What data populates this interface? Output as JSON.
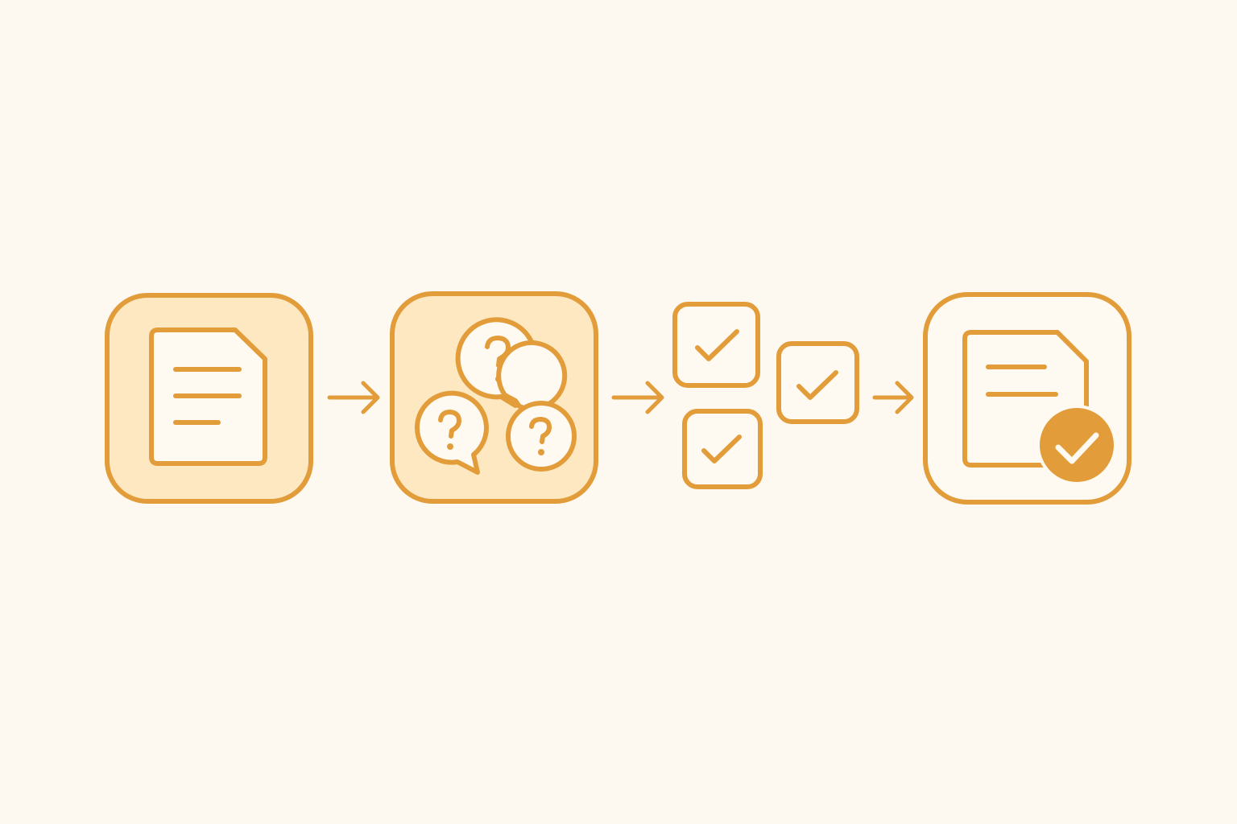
{
  "colors": {
    "background": "#fdf9f0",
    "stroke": "#e29d3a",
    "tile_fill": "#fde8c2",
    "inner_fill": "#fffaf1",
    "badge_fill": "#e29d3a",
    "badge_check": "#fffaf1"
  },
  "steps": [
    {
      "id": "document",
      "icon": "document-icon",
      "tile": "filled"
    },
    {
      "id": "questions",
      "icon": "question-bubbles-icon",
      "tile": "filled"
    },
    {
      "id": "checklist",
      "icon": "checkbox-group-icon",
      "tile": "none"
    },
    {
      "id": "approved-document",
      "icon": "approved-document-icon",
      "tile": "outline"
    }
  ],
  "connectors": [
    {
      "from": "document",
      "to": "questions",
      "icon": "arrow-right-icon"
    },
    {
      "from": "questions",
      "to": "checklist",
      "icon": "arrow-right-icon"
    },
    {
      "from": "checklist",
      "to": "approved-document",
      "icon": "arrow-right-icon"
    }
  ]
}
